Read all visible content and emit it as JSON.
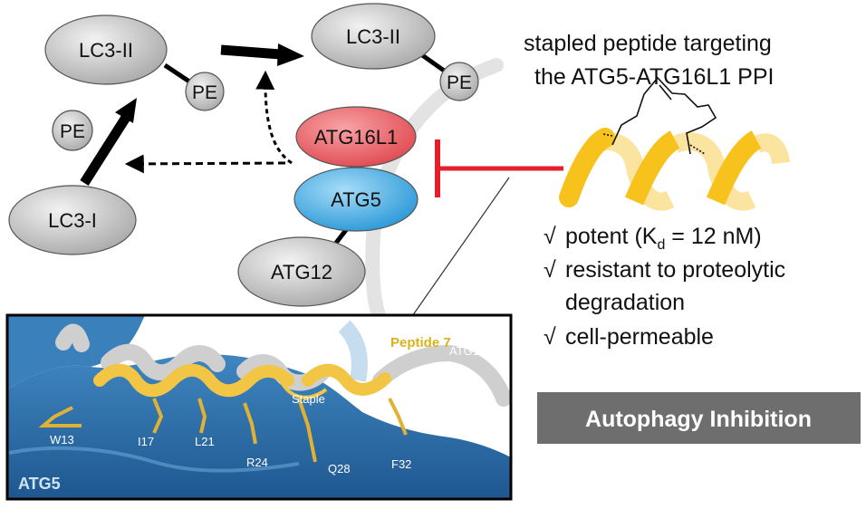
{
  "pathway": {
    "lc3_ii_left": "LC3-II",
    "pe_left": "PE",
    "lc3_ii_right": "LC3-II",
    "pe_right": "PE",
    "pe_free": "PE",
    "lc3_i": "LC3-I",
    "atg16l1": "ATG16L1",
    "atg5": "ATG5",
    "atg12": "ATG12"
  },
  "description": {
    "title_line1": "stapled peptide targeting",
    "title_line2": "the ATG5-ATG16L1 PPI",
    "bullet_mark": "√",
    "potent_prefix": "potent (K",
    "potent_sub": "d",
    "potent_suffix": " = 12 nM)",
    "resistant_line1": "resistant to proteolytic",
    "resistant_line2": "degradation",
    "permeable": "cell-permeable"
  },
  "structure": {
    "peptide_label": "Peptide",
    "peptide_number": "7",
    "atg16l1_label": "ATG16L1",
    "staple_label": "Staple",
    "protein_label": "ATG5",
    "residues": [
      "W13",
      "I17",
      "L21",
      "R24",
      "Q28",
      "F32"
    ]
  },
  "banner": {
    "text": "Autophagy Inhibition"
  },
  "colors": {
    "gray_node": "#c4c4c4",
    "atg16l1_red": "#e8575c",
    "atg5_blue": "#3aa6e0",
    "inhibit_red": "#e6202a",
    "helix_yellow": "#f7c21c",
    "surface_blue": "#2e6fa6",
    "banner_gray": "#6e6e6e"
  }
}
